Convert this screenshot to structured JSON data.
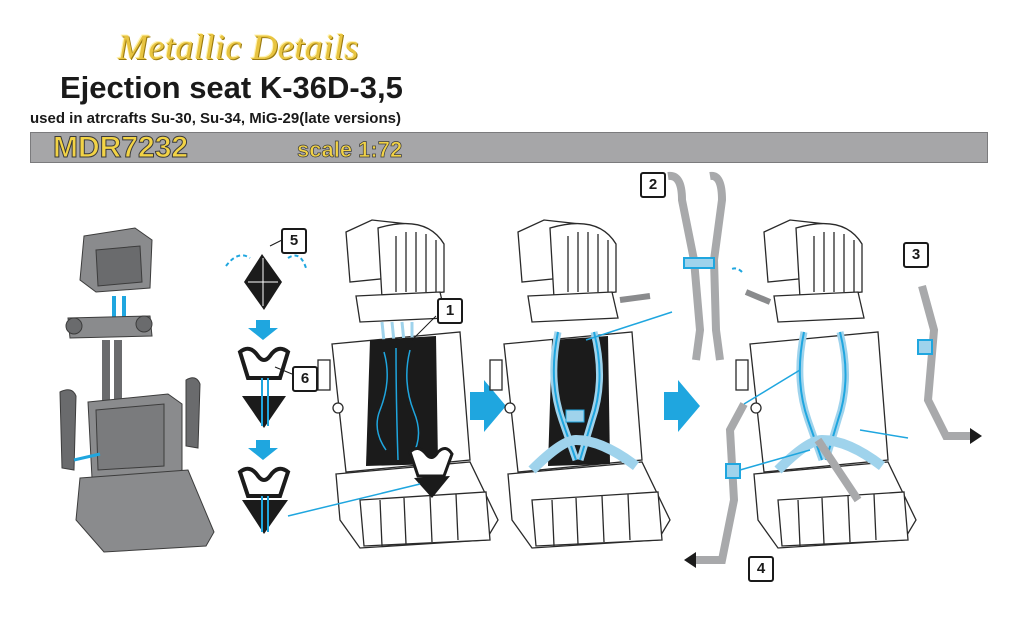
{
  "header": {
    "brand": "Metallic Details",
    "title": "Ejection seat K-36D-3,5",
    "subtitle": "used in atrcrafts Su-30, Su-34, MiG-29(late versions)",
    "product_code": "MDR7232",
    "scale": "scale 1:72"
  },
  "callouts": [
    "1",
    "2",
    "3",
    "4",
    "5",
    "6"
  ],
  "colors": {
    "accent_blue": "#1fa6df",
    "strap_light": "#9fd3ec",
    "strap_gray": "#a8a9ab",
    "part_black": "#1b1b1b",
    "header_bar": "#a6a6a8",
    "brand_gold": "#e8c440"
  }
}
